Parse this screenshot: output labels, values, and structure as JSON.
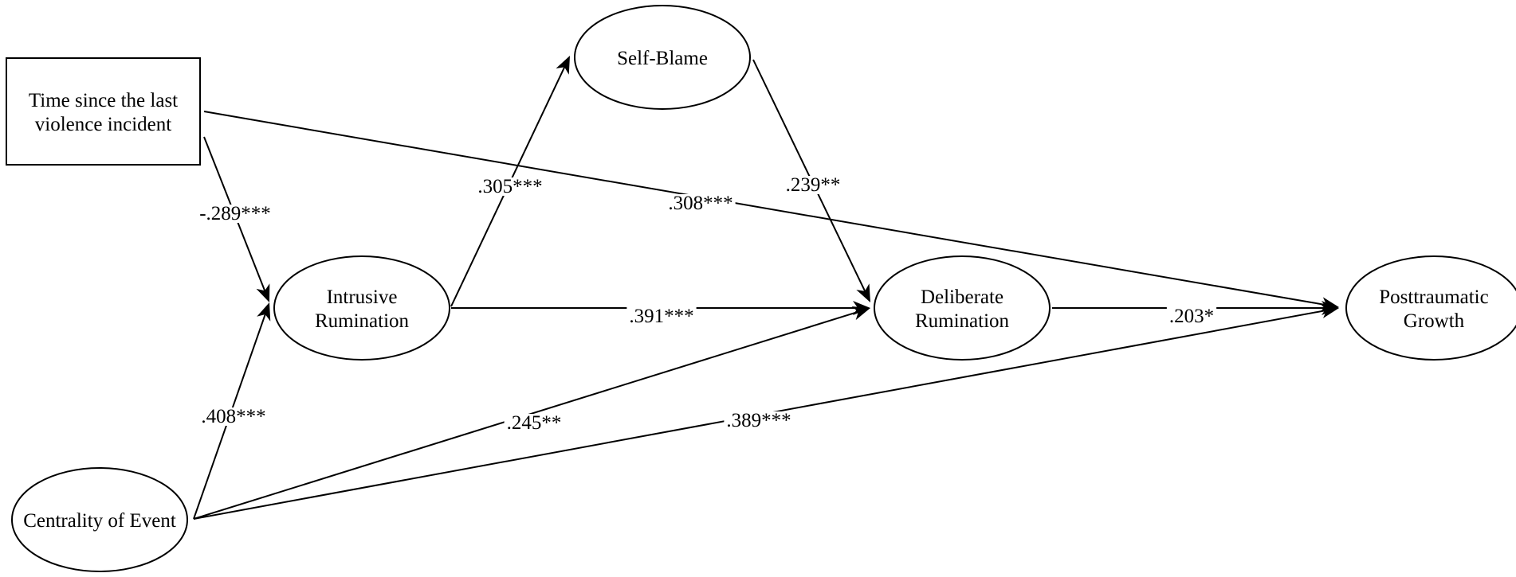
{
  "nodes": [
    {
      "id": "time",
      "shape": "rectangle",
      "lines": [
        "Time since the last",
        "violence incident"
      ]
    },
    {
      "id": "centrality",
      "shape": "ellipse",
      "lines": [
        "Centrality of Event"
      ]
    },
    {
      "id": "intrusive",
      "shape": "ellipse",
      "lines": [
        "Intrusive",
        "Rumination"
      ]
    },
    {
      "id": "selfblame",
      "shape": "ellipse",
      "lines": [
        "Self-Blame"
      ]
    },
    {
      "id": "deliberate",
      "shape": "ellipse",
      "lines": [
        "Deliberate",
        "Rumination"
      ]
    },
    {
      "id": "ptg",
      "shape": "ellipse",
      "lines": [
        "Posttraumatic",
        "Growth"
      ]
    }
  ],
  "edges": [
    {
      "id": "time-intrusive",
      "from": "time",
      "to": "intrusive",
      "label": "-.289***"
    },
    {
      "id": "centrality-intrusive",
      "from": "centrality",
      "to": "intrusive",
      "label": ".408***"
    },
    {
      "id": "intrusive-selfblame",
      "from": "intrusive",
      "to": "selfblame",
      "label": ".305***"
    },
    {
      "id": "time-ptg",
      "from": "time",
      "to": "ptg",
      "label": ".308***"
    },
    {
      "id": "selfblame-deliberate",
      "from": "selfblame",
      "to": "deliberate",
      "label": ".239**"
    },
    {
      "id": "intrusive-deliberate",
      "from": "intrusive",
      "to": "deliberate",
      "label": ".391***"
    },
    {
      "id": "deliberate-ptg",
      "from": "deliberate",
      "to": "ptg",
      "label": ".203*"
    },
    {
      "id": "centrality-deliberate",
      "from": "centrality",
      "to": "deliberate",
      "label": ".245**"
    },
    {
      "id": "centrality-ptg",
      "from": "centrality",
      "to": "ptg",
      "label": ".389***"
    }
  ]
}
